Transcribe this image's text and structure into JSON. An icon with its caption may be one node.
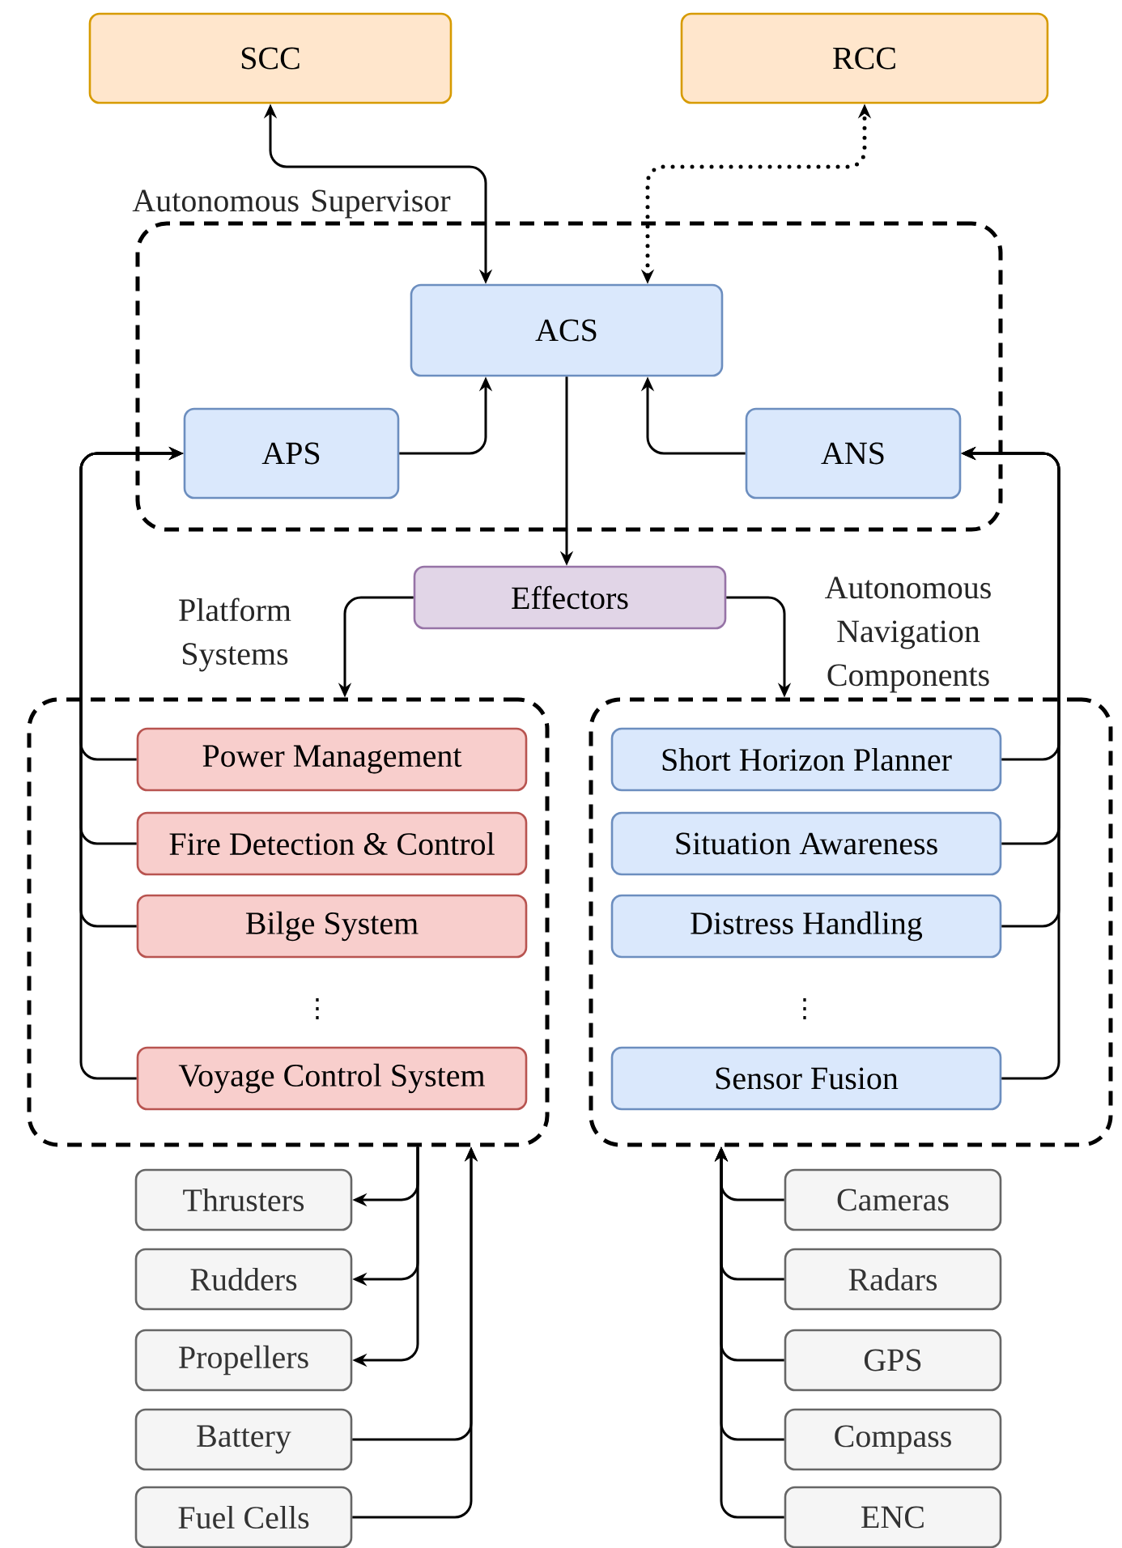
{
  "diagram": {
    "nodes": [
      {
        "text": [
          "SCC"
        ]
      },
      {
        "text": [
          "RCC"
        ]
      },
      {
        "text": [
          "Autonomous Supervisor"
        ]
      },
      {
        "text": [
          "ACS"
        ],
        "in": 2
      },
      {
        "text": [
          "APS"
        ],
        "in": 2
      },
      {
        "text": [
          "ANS"
        ],
        "in": 2
      },
      {
        "text": [
          "Effectors"
        ]
      },
      {
        "text": [
          "Platform Systems"
        ]
      },
      {
        "text": [
          "Power Management"
        ],
        "in": 7
      },
      {
        "text": [
          "Fire Detection & Control"
        ],
        "in": 7
      },
      {
        "text": [
          "Bilge System"
        ],
        "in": 7
      },
      {
        "text": [
          "Voyage Control System"
        ],
        "in": 7
      },
      {
        "text": [
          "Autonomous Navigation Components"
        ]
      },
      {
        "text": [
          "Short Horizon Planner"
        ],
        "in": 12
      },
      {
        "text": [
          "Situation Awareness"
        ],
        "in": 12
      },
      {
        "text": [
          "Distress Handling"
        ],
        "in": 12
      },
      {
        "text": [
          "Sensor Fusion"
        ],
        "in": 12
      },
      {
        "text": [
          "Thrusters"
        ]
      },
      {
        "text": [
          "Rudders"
        ]
      },
      {
        "text": [
          "Propellers"
        ]
      },
      {
        "text": [
          "Battery"
        ]
      },
      {
        "text": [
          "Fuel Cells"
        ]
      },
      {
        "text": [
          "Cameras"
        ]
      },
      {
        "text": [
          "Radars"
        ]
      },
      {
        "text": [
          "GPS"
        ]
      },
      {
        "text": [
          "Compass"
        ]
      },
      {
        "text": [
          "ENC"
        ]
      }
    ],
    "edges": [
      {
        "from": 3,
        "to": 0,
        "arrow": "both"
      },
      {
        "from": 3,
        "to": 1,
        "arrow": "both",
        "style": "dashed"
      },
      {
        "from": 4,
        "to": 3,
        "arrow": "to"
      },
      {
        "from": 5,
        "to": 3,
        "arrow": "to"
      },
      {
        "from": 3,
        "to": 6,
        "arrow": "to"
      },
      {
        "from": 6,
        "to": 7,
        "arrow": "to"
      },
      {
        "from": 6,
        "to": 12,
        "arrow": "to"
      },
      {
        "from": 8,
        "to": 4,
        "arrow": "to"
      },
      {
        "from": 9,
        "to": 4,
        "arrow": "to"
      },
      {
        "from": 10,
        "to": 4,
        "arrow": "to"
      },
      {
        "from": 11,
        "to": 4,
        "arrow": "to"
      },
      {
        "from": 13,
        "to": 5,
        "arrow": "to"
      },
      {
        "from": 14,
        "to": 5,
        "arrow": "to"
      },
      {
        "from": 15,
        "to": 5,
        "arrow": "to"
      },
      {
        "from": 16,
        "to": 5,
        "arrow": "to"
      },
      {
        "from": 7,
        "to": 17,
        "arrow": "to"
      },
      {
        "from": 7,
        "to": 18,
        "arrow": "to"
      },
      {
        "from": 7,
        "to": 19,
        "arrow": "to"
      },
      {
        "from": 20,
        "to": 7,
        "arrow": "to"
      },
      {
        "from": 21,
        "to": 7,
        "arrow": "to"
      },
      {
        "from": 22,
        "to": 12,
        "arrow": "to"
      },
      {
        "from": 23,
        "to": 12,
        "arrow": "to"
      },
      {
        "from": 24,
        "to": 12,
        "arrow": "to"
      },
      {
        "from": 25,
        "to": 12,
        "arrow": "to"
      },
      {
        "from": 26,
        "to": 12,
        "arrow": "to"
      }
    ],
    "labels": [
      "⋮",
      "⋮"
    ]
  }
}
